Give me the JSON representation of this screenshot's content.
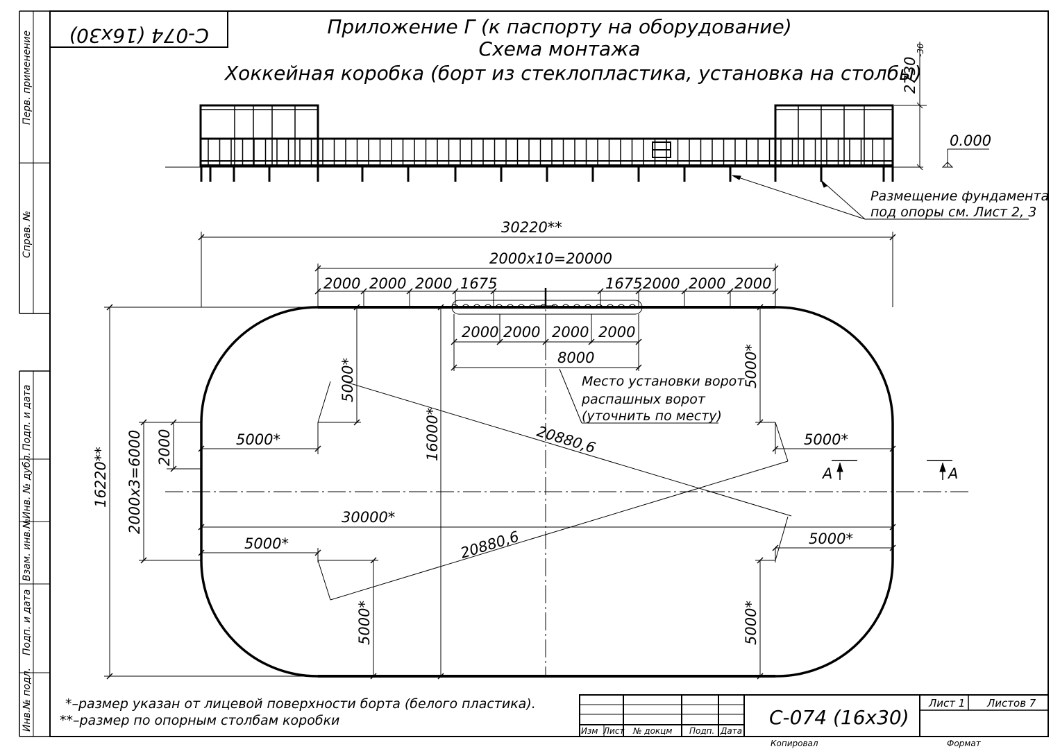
{
  "sheet": {
    "stamp_top": "С-074 (16х30)",
    "title": {
      "line1": "Приложение Г (к паспорту на оборудование)",
      "line2": "Схема монтажа",
      "line3": "Хоккейная коробка (борт из стеклопластика, установка на столбы)"
    },
    "side_labels": [
      "Перв. применение",
      "Справ. №",
      "Подп. и дата",
      "Инв. № дубл.",
      "Взам. инв.№",
      "Подп. и дата",
      "Инв.№ подл."
    ]
  },
  "elevation": {
    "height_label": "2730",
    "height_tol": "-30",
    "level_label": "0.000",
    "foundation_note": [
      "Размещение фундамента",
      "под опоры см. Лист 2, 3"
    ]
  },
  "dims": {
    "overall_length": "30220**",
    "panels_total": "2000х10=20000",
    "top_segments": [
      "2000",
      "2000",
      "2000",
      "1675",
      "1675",
      "2000",
      "2000",
      "2000"
    ],
    "gate_segments": [
      "2000",
      "2000",
      "2000",
      "2000"
    ],
    "gate_total": "8000",
    "overall_width": "16220**",
    "inner_width": "16000*",
    "left_vertical": "2000х3=6000",
    "left_small": "2000",
    "inner_length": "30000*",
    "diagonal1": "20880,6",
    "diagonal2": "20880,6",
    "corner_radius": "5000*",
    "gate_note": [
      "Место установки ворот",
      "распашных ворот",
      "(уточнить по месту)"
    ],
    "section_mark": "A"
  },
  "notes": [
    "*–размер указан от лицевой поверхности борта (белого пластика).",
    "**–размер по опорным столбам коробки"
  ],
  "titleblock": {
    "doc_code": "С-074 (16х30)",
    "sheet": "Лист 1",
    "sheets": "Листов 7",
    "headers": [
      "Изм",
      "Лист",
      "№ докцм",
      "Подп.",
      "Дата"
    ],
    "copied": "Копировал",
    "format": "Формат"
  }
}
